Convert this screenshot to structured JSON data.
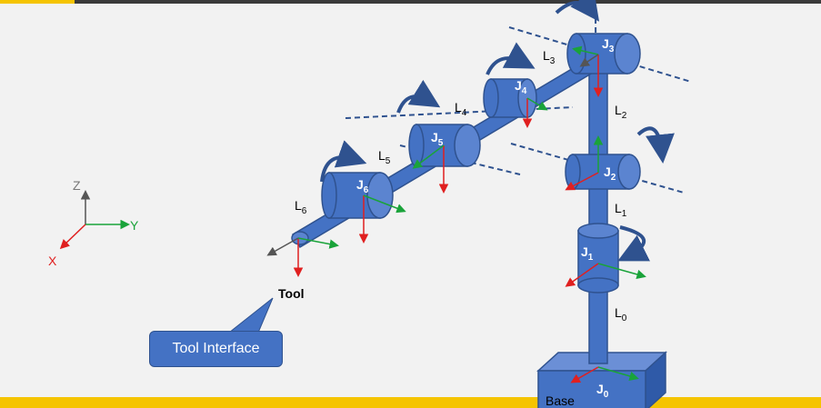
{
  "axes": {
    "z": "Z",
    "y": "Y",
    "x": "X"
  },
  "joints": {
    "j0": "J",
    "j1": "J",
    "j2": "J",
    "j3": "J",
    "j4": "J",
    "j5": "J",
    "j6": "J"
  },
  "joint_subscripts": {
    "j0": "0",
    "j1": "1",
    "j2": "2",
    "j3": "3",
    "j4": "4",
    "j5": "5",
    "j6": "6"
  },
  "links": {
    "l0": "L",
    "l1": "L",
    "l2": "L",
    "l3": "L",
    "l4": "L",
    "l5": "L",
    "l6": "L"
  },
  "link_subscripts": {
    "l0": "0",
    "l1": "1",
    "l2": "2",
    "l3": "3",
    "l4": "4",
    "l5": "5",
    "l6": "6"
  },
  "labels": {
    "tool": "Tool",
    "base": "Base",
    "tool_interface": "Tool Interface"
  },
  "colors": {
    "body": "#4472c4",
    "edge": "#2f528f",
    "dash": "#2f528f",
    "x_axis": "#e02020",
    "y_axis": "#1aa33a",
    "z_axis": "#555555",
    "accent": "#f5c400"
  }
}
